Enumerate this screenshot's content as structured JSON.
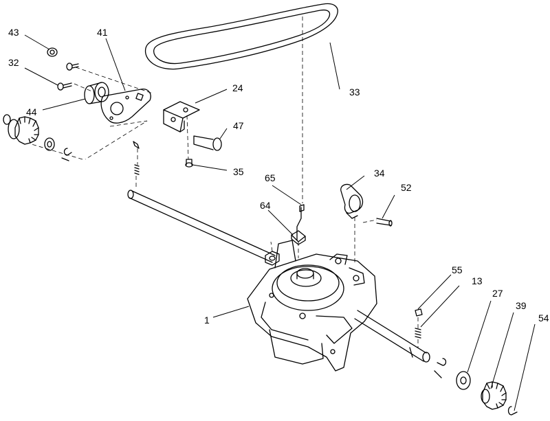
{
  "diagram": {
    "labels": {
      "p43": "43",
      "p41": "41",
      "p32": "32",
      "p44": "44",
      "p24": "24",
      "p33": "33",
      "p47": "47",
      "p35": "35",
      "p65": "65",
      "p34": "34",
      "p52": "52",
      "p64": "64",
      "p1": "1",
      "p55": "55",
      "p13": "13",
      "p27": "27",
      "p39": "39",
      "p54": "54"
    }
  }
}
